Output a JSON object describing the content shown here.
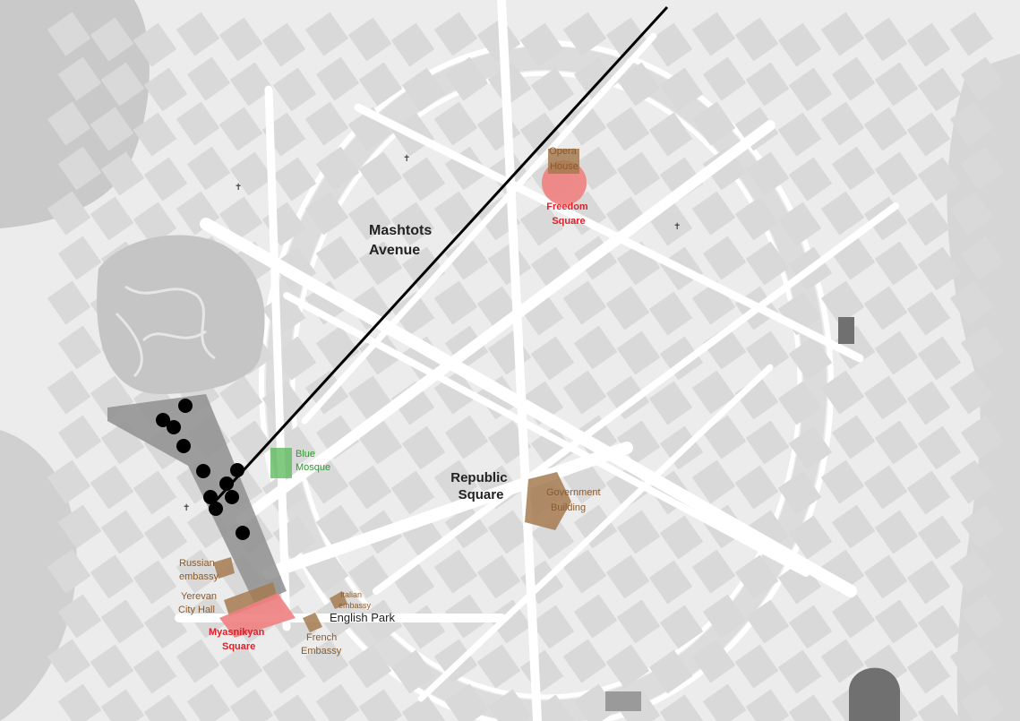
{
  "map": {
    "labels": {
      "mashtots_avenue": [
        "Mashtots",
        "Avenue"
      ],
      "opera_house": [
        "Opera",
        "House"
      ],
      "freedom_square": [
        "Freedom",
        "Square"
      ],
      "blue_mosque": [
        "Blue",
        "Mosque"
      ],
      "republic_square": [
        "Republic",
        "Square"
      ],
      "government_building": [
        "Government",
        "Building"
      ],
      "russian_embassy": [
        "Russian",
        "embassy"
      ],
      "yerevan_city_hall": [
        "Yerevan",
        "City Hall"
      ],
      "myasnikyan_square": [
        "Myasnikyan",
        "Square"
      ],
      "italian_embassy": [
        "Italian",
        "embassy"
      ],
      "english_park": "English Park",
      "french_embassy": [
        "French",
        "Embassy"
      ]
    },
    "colors": {
      "background": "#ececec",
      "street": "#ffffff",
      "block": "#d9d9d9",
      "park": "#b9b9b9",
      "water": "#c8c8c8",
      "landmark_brown": "#a47a50",
      "landmark_red": "#f08080",
      "red_text": "#e0202a",
      "green": "#58b858",
      "green_text": "#2c9b2c",
      "marker": "#000000"
    },
    "marker_count": 11
  }
}
